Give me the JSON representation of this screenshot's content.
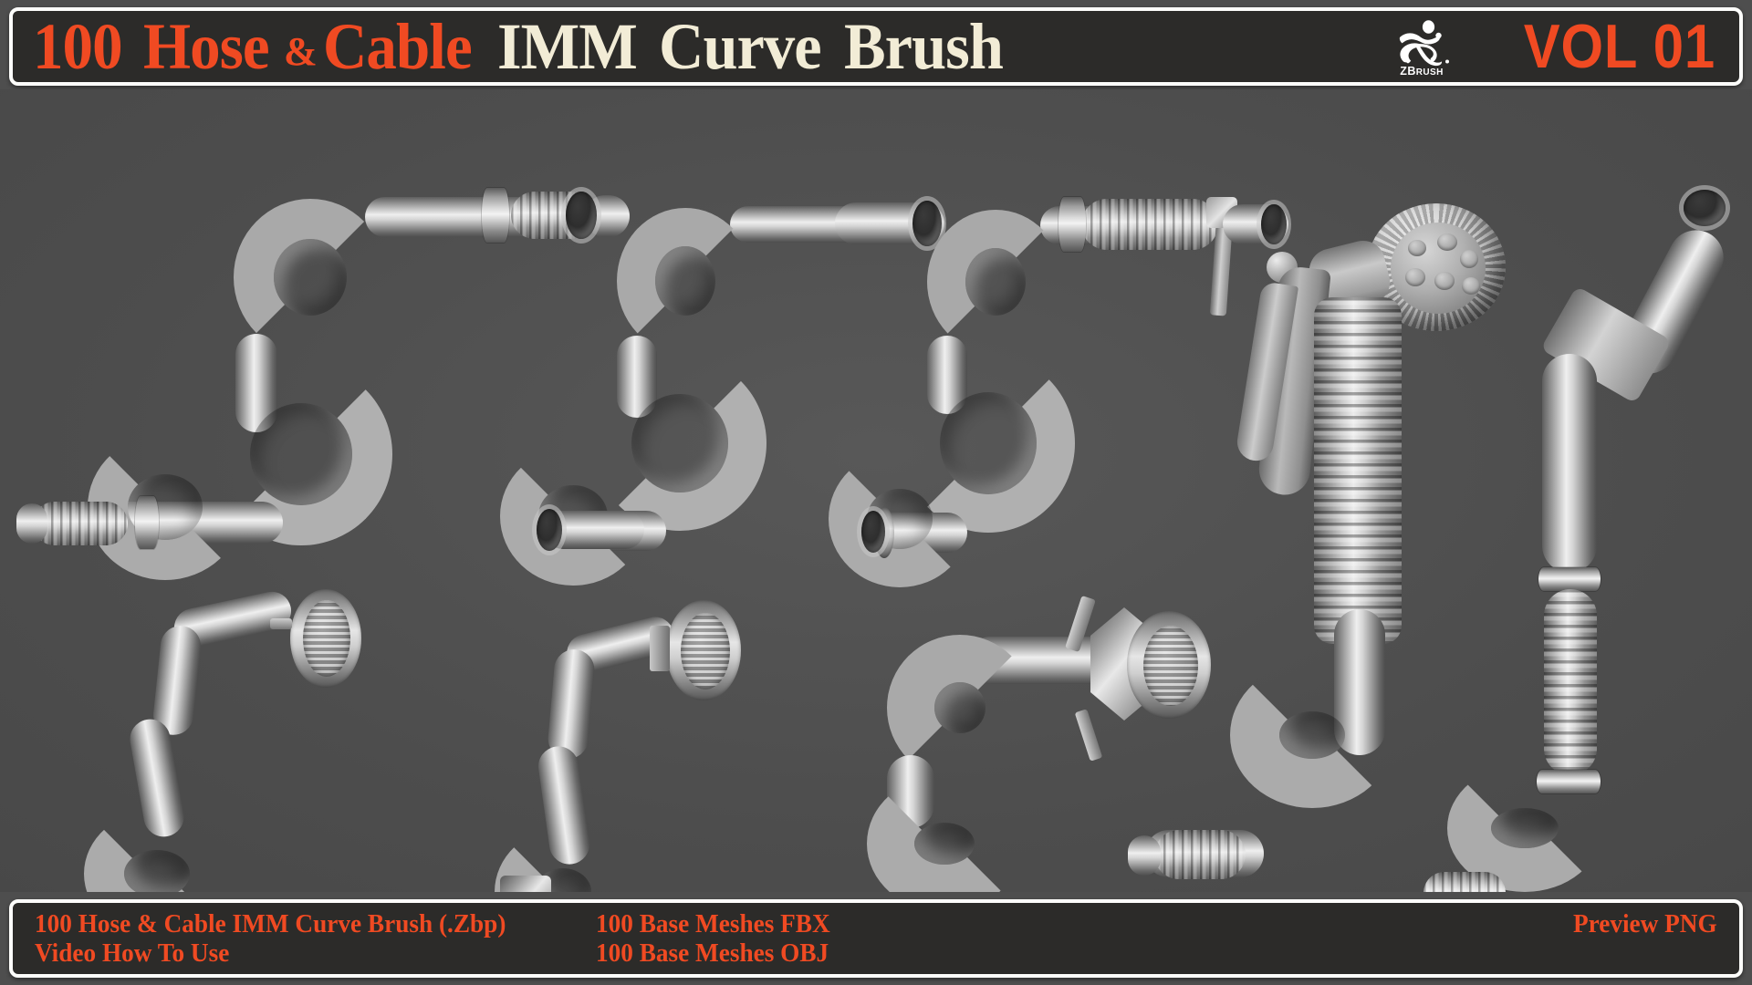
{
  "header": {
    "title_part_count": "100",
    "title_part_hose": "Hose",
    "title_part_amp": "&",
    "title_part_cable": "Cable",
    "title_part_imm": "IMM",
    "title_part_curve": "Curve",
    "title_part_brush": "Brush",
    "volume_label": "VOL 01",
    "logo_name": "ZBrush",
    "logo_word_z": "Z",
    "logo_word_brush": "B",
    "logo_word_rush": "RUSH",
    "colors": {
      "orange": "#f04a22",
      "cream": "#f2ecd6",
      "bar_background": "#2c2b29",
      "bar_border": "#fdfdfb"
    }
  },
  "stage": {
    "background_color": "#4e4e4e",
    "model_material": "grey-clay-matcap",
    "models": [
      {
        "name": "s-curve-hose-with-barbed-fitting",
        "description": "S shaped smooth hose with ribbed barb connector at both ends"
      },
      {
        "name": "s-curve-hose-plain-ends",
        "description": "S shaped smooth hose with plain open cut ends"
      },
      {
        "name": "s-curve-hose-with-lever-clamp",
        "description": "S shaped smooth hose with cam lever lock coupling"
      },
      {
        "name": "spray-nozzle-gun",
        "description": "Garden hose trigger spray gun with rotating multi pattern head"
      },
      {
        "name": "bent-pipe-with-corrugated-section",
        "description": "Bent rigid pipe joined to a corrugated flexible hose"
      },
      {
        "name": "wavy-hose-with-threaded-cap",
        "description": "Wavy organic hose with threaded female coupling nut"
      },
      {
        "name": "wavy-hose-with-hex-nut",
        "description": "Wavy hose with hexagonal threaded nut fitting"
      },
      {
        "name": "u-curve-hose-with-hex-coupling",
        "description": "U shaped hose with large hex threaded coupling"
      }
    ]
  },
  "footer": {
    "items": [
      {
        "label": "100 Hose & Cable IMM Curve Brush (.Zbp)",
        "column": 1,
        "row": 1
      },
      {
        "label": "100 Base Meshes FBX",
        "column": 2,
        "row": 1
      },
      {
        "label": "Preview PNG",
        "column": 3,
        "row": 1
      },
      {
        "label": "Video How To Use",
        "column": 1,
        "row": 2
      },
      {
        "label": "100 Base Meshes OBJ",
        "column": 2,
        "row": 2
      },
      {
        "label": "",
        "column": 3,
        "row": 2
      }
    ]
  }
}
